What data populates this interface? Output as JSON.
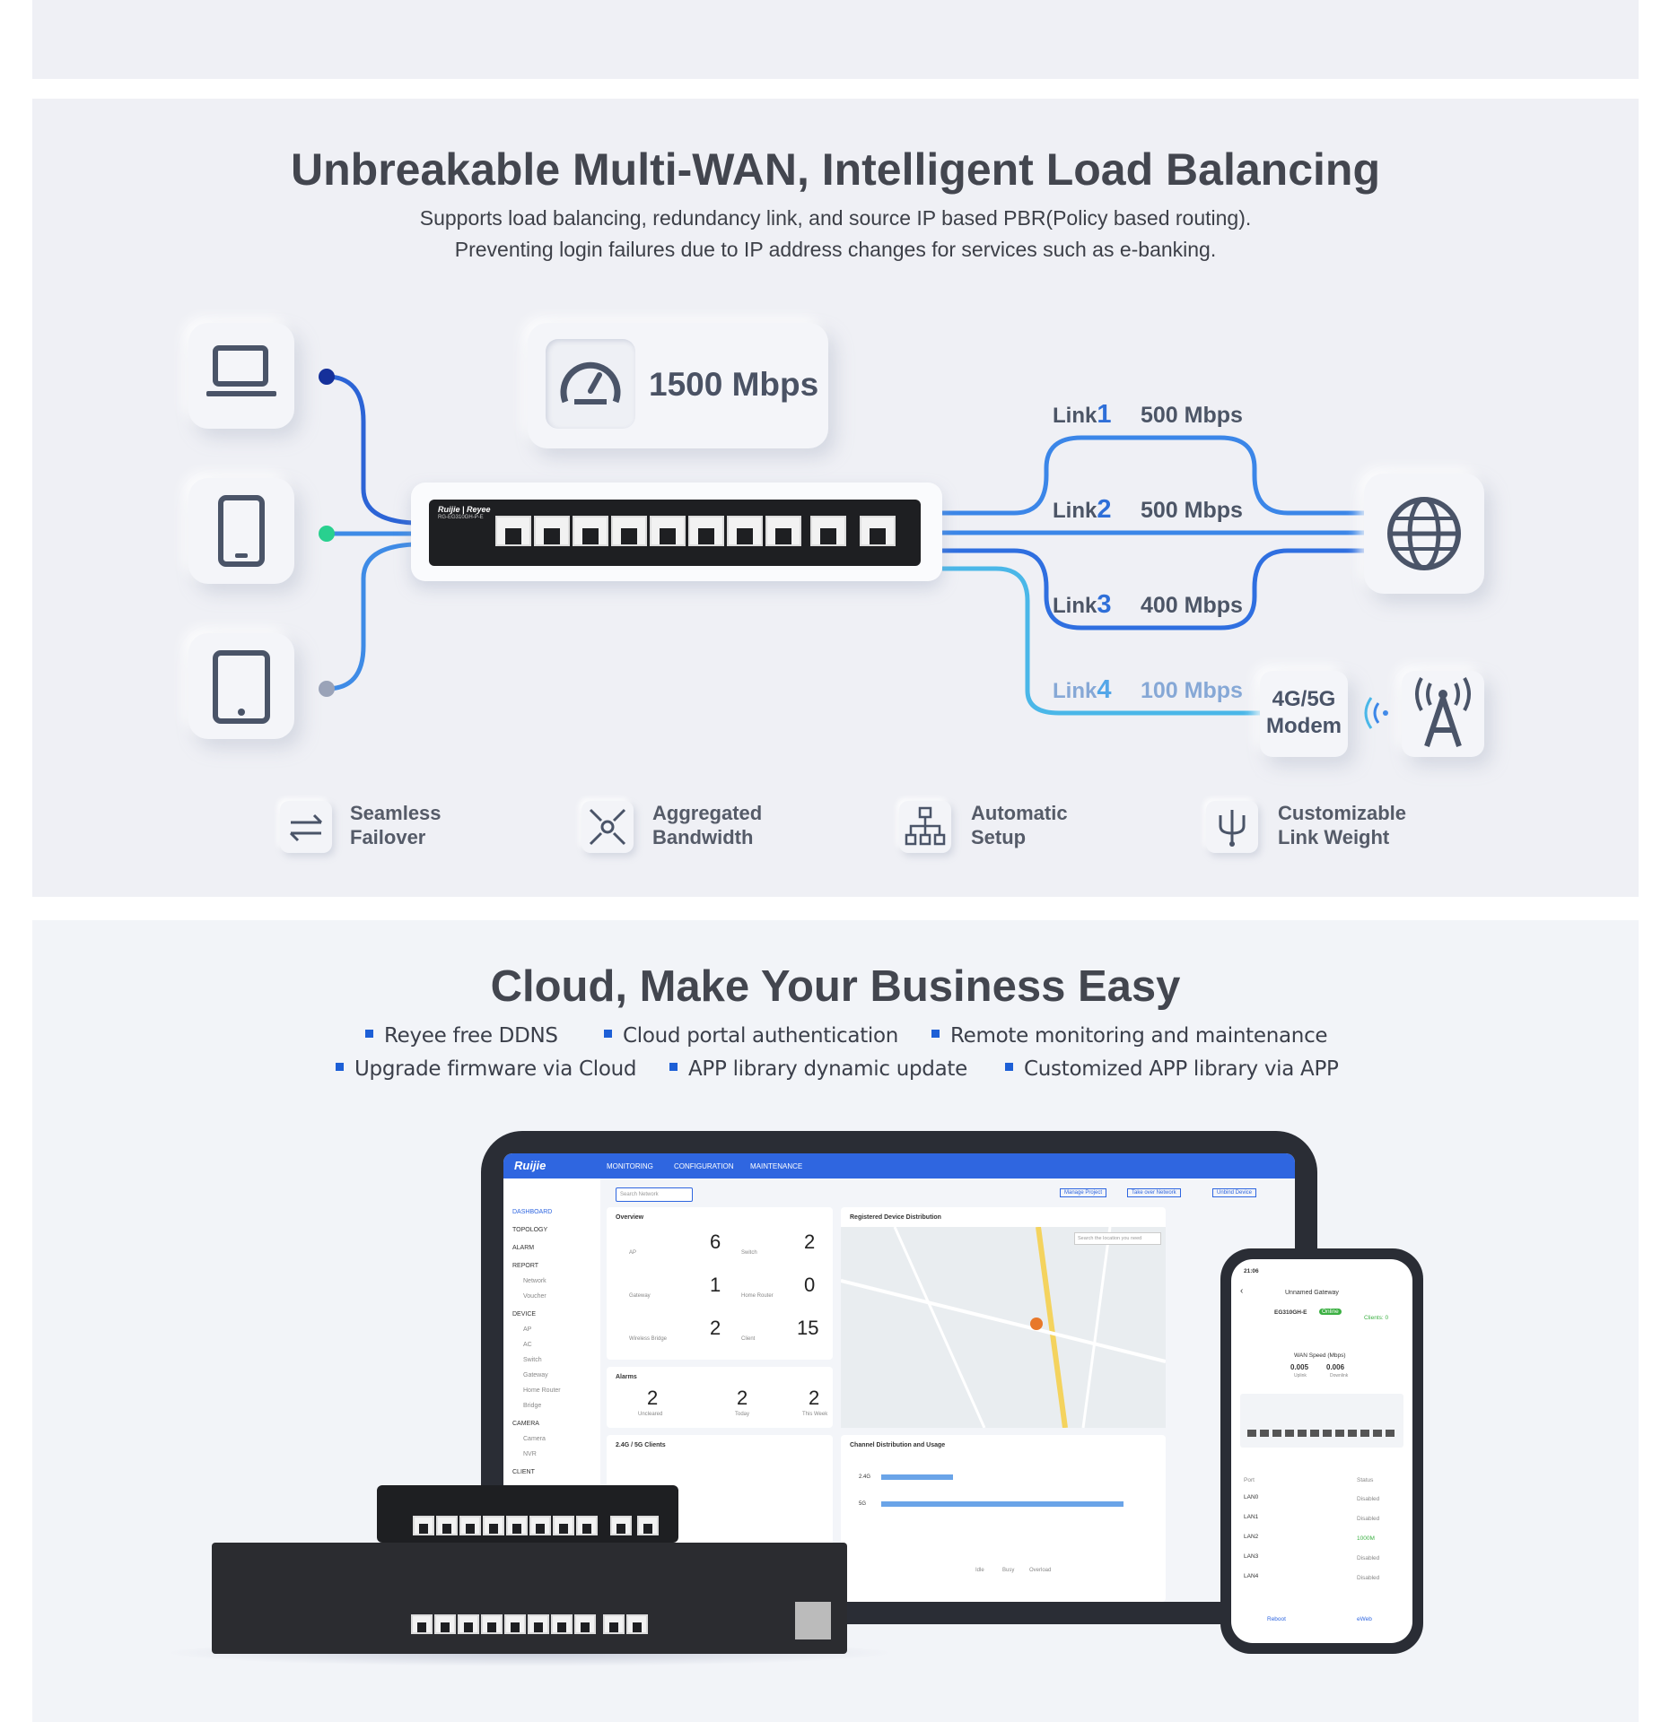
{
  "wan": {
    "title": "Unbreakable Multi-WAN, Intelligent Load Balancing",
    "subtitle_1": "Supports load balancing, redundancy link, and source IP based PBR(Policy based routing).",
    "subtitle_2": "Preventing login failures due to IP address changes for services such as e-banking.",
    "total_speed": "1500 Mbps",
    "links": [
      {
        "label": "Link",
        "num": "1",
        "speed": "500 Mbps"
      },
      {
        "label": "Link",
        "num": "2",
        "speed": "500 Mbps"
      },
      {
        "label": "Link",
        "num": "3",
        "speed": "400 Mbps"
      },
      {
        "label": "Link",
        "num": "4",
        "speed": "100 Mbps"
      }
    ],
    "modem_1": "4G/5G",
    "modem_2": "Modem",
    "features": [
      {
        "line1": "Seamless",
        "line2": "Failover",
        "icon": "failover-arrows-icon"
      },
      {
        "line1": "Aggregated",
        "line2": "Bandwidth",
        "icon": "aggregate-arrows-icon"
      },
      {
        "line1": "Automatic",
        "line2": "Setup",
        "icon": "hierarchy-icon"
      },
      {
        "line1": "Customizable",
        "line2": "Link Weight",
        "icon": "trident-icon"
      }
    ],
    "router_brand": "Ruijie | Reyee",
    "router_model": "RG-EG310GH-P-E"
  },
  "cloud": {
    "title": "Cloud, Make Your Business Easy",
    "bullets_row1": [
      "Reyee free DDNS",
      "Cloud portal authentication",
      "Remote monitoring and maintenance"
    ],
    "bullets_row2": [
      "Upgrade firmware via Cloud",
      "APP library dynamic update",
      "Customized APP library via APP"
    ]
  },
  "tablet_ui": {
    "brand": "Ruijie",
    "nav": [
      "MONITORING",
      "CONFIGURATION",
      "MAINTENANCE"
    ],
    "search_placeholder": "Search Network",
    "top_buttons": [
      "Manage Project",
      "Take over Network",
      "Unbind Device"
    ],
    "sidebar": [
      "DASHBOARD",
      "TOPOLOGY",
      "ALARM",
      "REPORT",
      "Network",
      "Voucher",
      "DEVICE",
      "AP",
      "AC",
      "Switch",
      "Gateway",
      "Home Router",
      "Bridge",
      "CAMERA",
      "Camera",
      "NVR",
      "CLIENT"
    ],
    "overview_title": "Overview",
    "overview": [
      {
        "label": "AP",
        "value": "6"
      },
      {
        "label": "Switch",
        "value": "2"
      },
      {
        "label": "Gateway",
        "value": "1"
      },
      {
        "label": "Home Router",
        "value": "0"
      },
      {
        "label": "Wireless Bridge",
        "value": "2"
      },
      {
        "label": "Client",
        "value": "15"
      }
    ],
    "alarms_title": "Alarms",
    "alarms": [
      {
        "label": "Uncleared",
        "value": "2"
      },
      {
        "label": "Today",
        "value": "2"
      },
      {
        "label": "This Week",
        "value": "2"
      }
    ],
    "map_title": "Registered Device Distribution",
    "map_search": "Search the location you need",
    "clients_title": "2.4G / 5G Clients",
    "channel_title": "Channel Distribution and Usage",
    "bands": [
      "2.4G",
      "5G"
    ],
    "legend": [
      "Idle",
      "Busy",
      "Overload"
    ]
  },
  "phone_ui": {
    "time": "21:06",
    "title": "Unnamed Gateway",
    "device": "EG310GH-E",
    "status": "Online",
    "clients": "Clients: 0",
    "wan_speed_title": "WAN Speed (Mbps)",
    "uplink": "0.005",
    "downlink": "0.006",
    "uplink_label": "Uplink",
    "downlink_label": "Downlink",
    "port_header": "Port",
    "status_header": "Status",
    "ports": [
      {
        "name": "LAN0",
        "status": "Disabled"
      },
      {
        "name": "LAN1",
        "status": "Disabled"
      },
      {
        "name": "LAN2",
        "status": "1000M"
      },
      {
        "name": "LAN3",
        "status": "Disabled"
      },
      {
        "name": "LAN4",
        "status": "Disabled"
      }
    ],
    "tabs": [
      "Reboot",
      "eWeb"
    ]
  }
}
